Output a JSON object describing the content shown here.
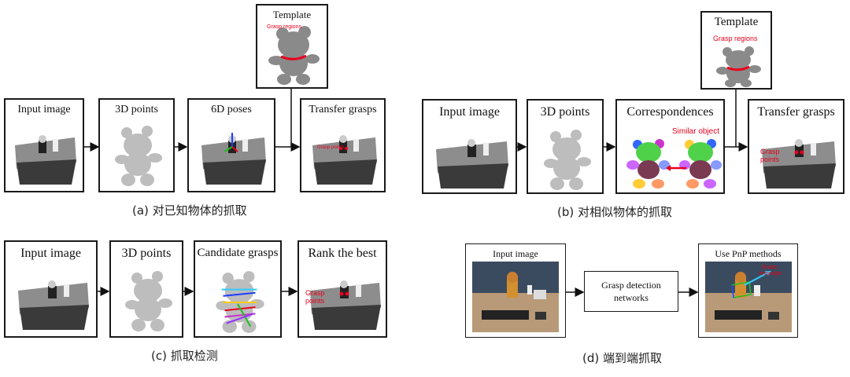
{
  "panel_a": {
    "caption": "(a) 对已知物体的抓取",
    "boxes": [
      "Input image",
      "3D points",
      "6D poses",
      "Transfer grasps"
    ],
    "template_title": "Template",
    "template_label": "Grasp regions",
    "transfer_label": "Grasp points"
  },
  "panel_b": {
    "caption": "(b) 对相似物体的抓取",
    "boxes": [
      "Input image",
      "3D points",
      "Correspondences",
      "Transfer grasps"
    ],
    "template_title": "Template",
    "template_label": "Grasp regions",
    "similar_label": "Similar object",
    "grasp_points_label_1": "Grasp",
    "grasp_points_label_2": "points"
  },
  "panel_c": {
    "caption": "(c) 抓取检测",
    "boxes": [
      "Input image",
      "3D points",
      "Candidate grasps",
      "Rank the best"
    ],
    "grasp_points_label_1": "Grasp",
    "grasp_points_label_2": "points"
  },
  "panel_d": {
    "caption": "(d) 端到端抓取",
    "boxes": [
      "Input image",
      "Use PnP methods"
    ],
    "network_line1": "Grasp detection",
    "network_line2": "networks",
    "pnp_label_1": "Grasp",
    "pnp_label_2": "rectangle"
  },
  "colors": {
    "accent_red": "#e8001c",
    "teddy_green": "#4fd14a",
    "teddy_body": "#7a3a52"
  }
}
